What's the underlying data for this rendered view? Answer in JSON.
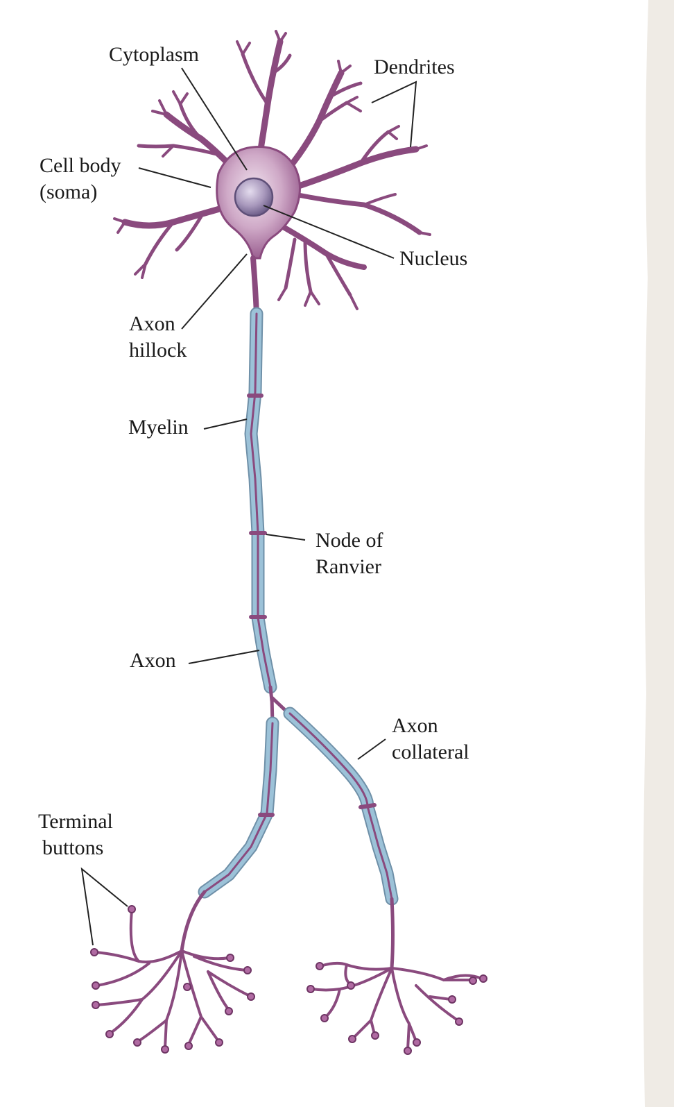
{
  "labels": {
    "cytoplasm": "Cytoplasm",
    "dendrites": "Dendrites",
    "cell_body_line1": "Cell body",
    "cell_body_line2": "(soma)",
    "nucleus": "Nucleus",
    "axon_hillock_line1": "Axon",
    "axon_hillock_line2": "hillock",
    "myelin": "Myelin",
    "node_line1": "Node of",
    "node_line2": "Ranvier",
    "axon": "Axon",
    "collateral_line1": "Axon",
    "collateral_line2": "collateral",
    "terminal_line1": "Terminal",
    "terminal_line2": "buttons"
  },
  "colors": {
    "neuron": "#8a4a7e",
    "soma_fill": "#b48aaa",
    "soma_center": "#ead8e6",
    "nucleus": "#a898bc",
    "myelin": "#9cc2d8",
    "myelin_edge": "#6f90a8",
    "leader": "#222222",
    "paper_edge": "#ece8e2"
  }
}
